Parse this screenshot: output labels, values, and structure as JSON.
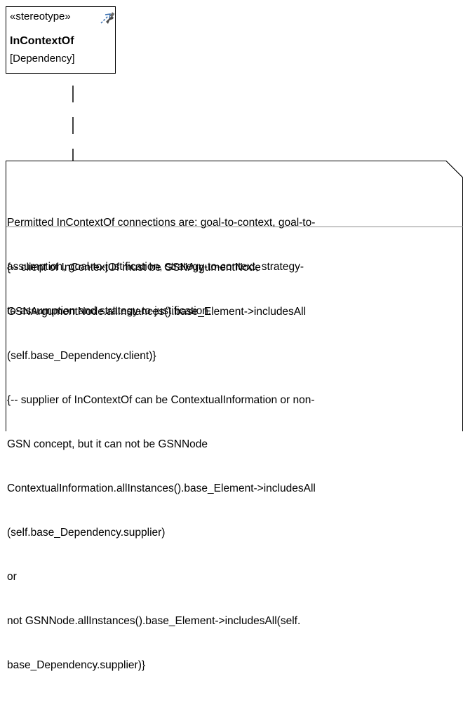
{
  "stereotype": {
    "label": "«stereotype»",
    "icon": "stereotype-icon",
    "name": "InContextOf",
    "metaclass": "[Dependency]"
  },
  "note": {
    "description_lines": [
      "Permitted InContextOf connections are: goal-to-context, goal-to-",
      "assumption, goal-to-justification, strategy-to-context, strategy-",
      "to-assumption and strategy-to-justification."
    ],
    "constraint_lines": [
      "{-- client of InContextOf must be GSNArgumentNode",
      "GSNArgumentNode.allInstances().base_Element->includesAll",
      "(self.base_Dependency.client)}",
      "{-- supplier of InContextOf can be ContextualInformation or non-",
      "GSN concept, but it can not be GSNNode",
      "ContextualInformation.allInstances().base_Element->includesAll",
      "(self.base_Dependency.supplier)",
      "or",
      "not GSNNode.allInstances().base_Element->includesAll(self.",
      "base_Dependency.supplier)}"
    ]
  },
  "colors": {
    "line": "#000000",
    "background": "#ffffff",
    "separator": "#8c8c8c"
  }
}
